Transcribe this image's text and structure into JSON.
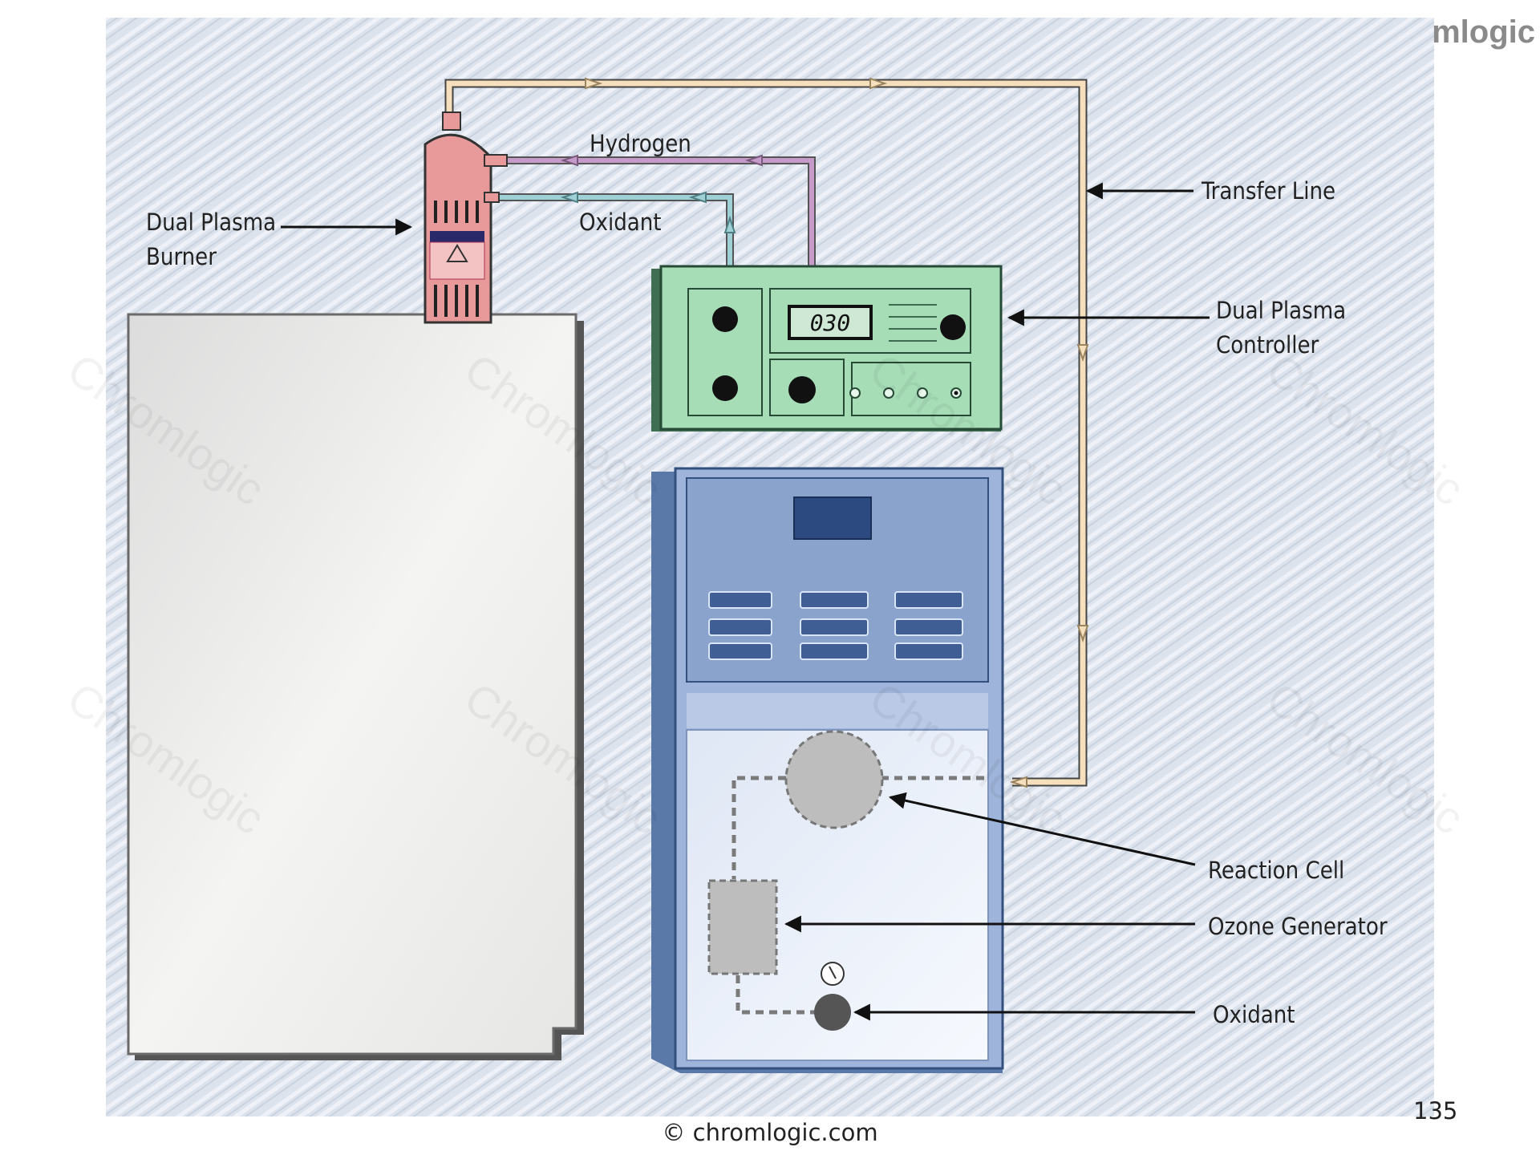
{
  "brand": "mlogic",
  "watermark": "Chromlogic",
  "labels": {
    "dual_plasma_burner": [
      "Dual Plasma",
      "Burner"
    ],
    "hydrogen": "Hydrogen",
    "oxidant_top": "Oxidant",
    "transfer_line": "Transfer Line",
    "dual_plasma_controller": [
      "Dual Plasma",
      "Controller"
    ],
    "reaction_cell": "Reaction Cell",
    "ozone_generator": "Ozone Generator",
    "oxidant_bottom": "Oxidant"
  },
  "controller_display": "030",
  "footer": {
    "copyright": "© chromlogic.com",
    "page_number": "135"
  },
  "colors": {
    "background": "#dfe5ee",
    "transfer_line": "#f6dfbd",
    "hydrogen_line": "#c79bc9",
    "oxidant_line": "#9fd0d6",
    "burner": "#e89a9a",
    "controller": "#a6dcb6",
    "detector": "#9fb4da"
  }
}
